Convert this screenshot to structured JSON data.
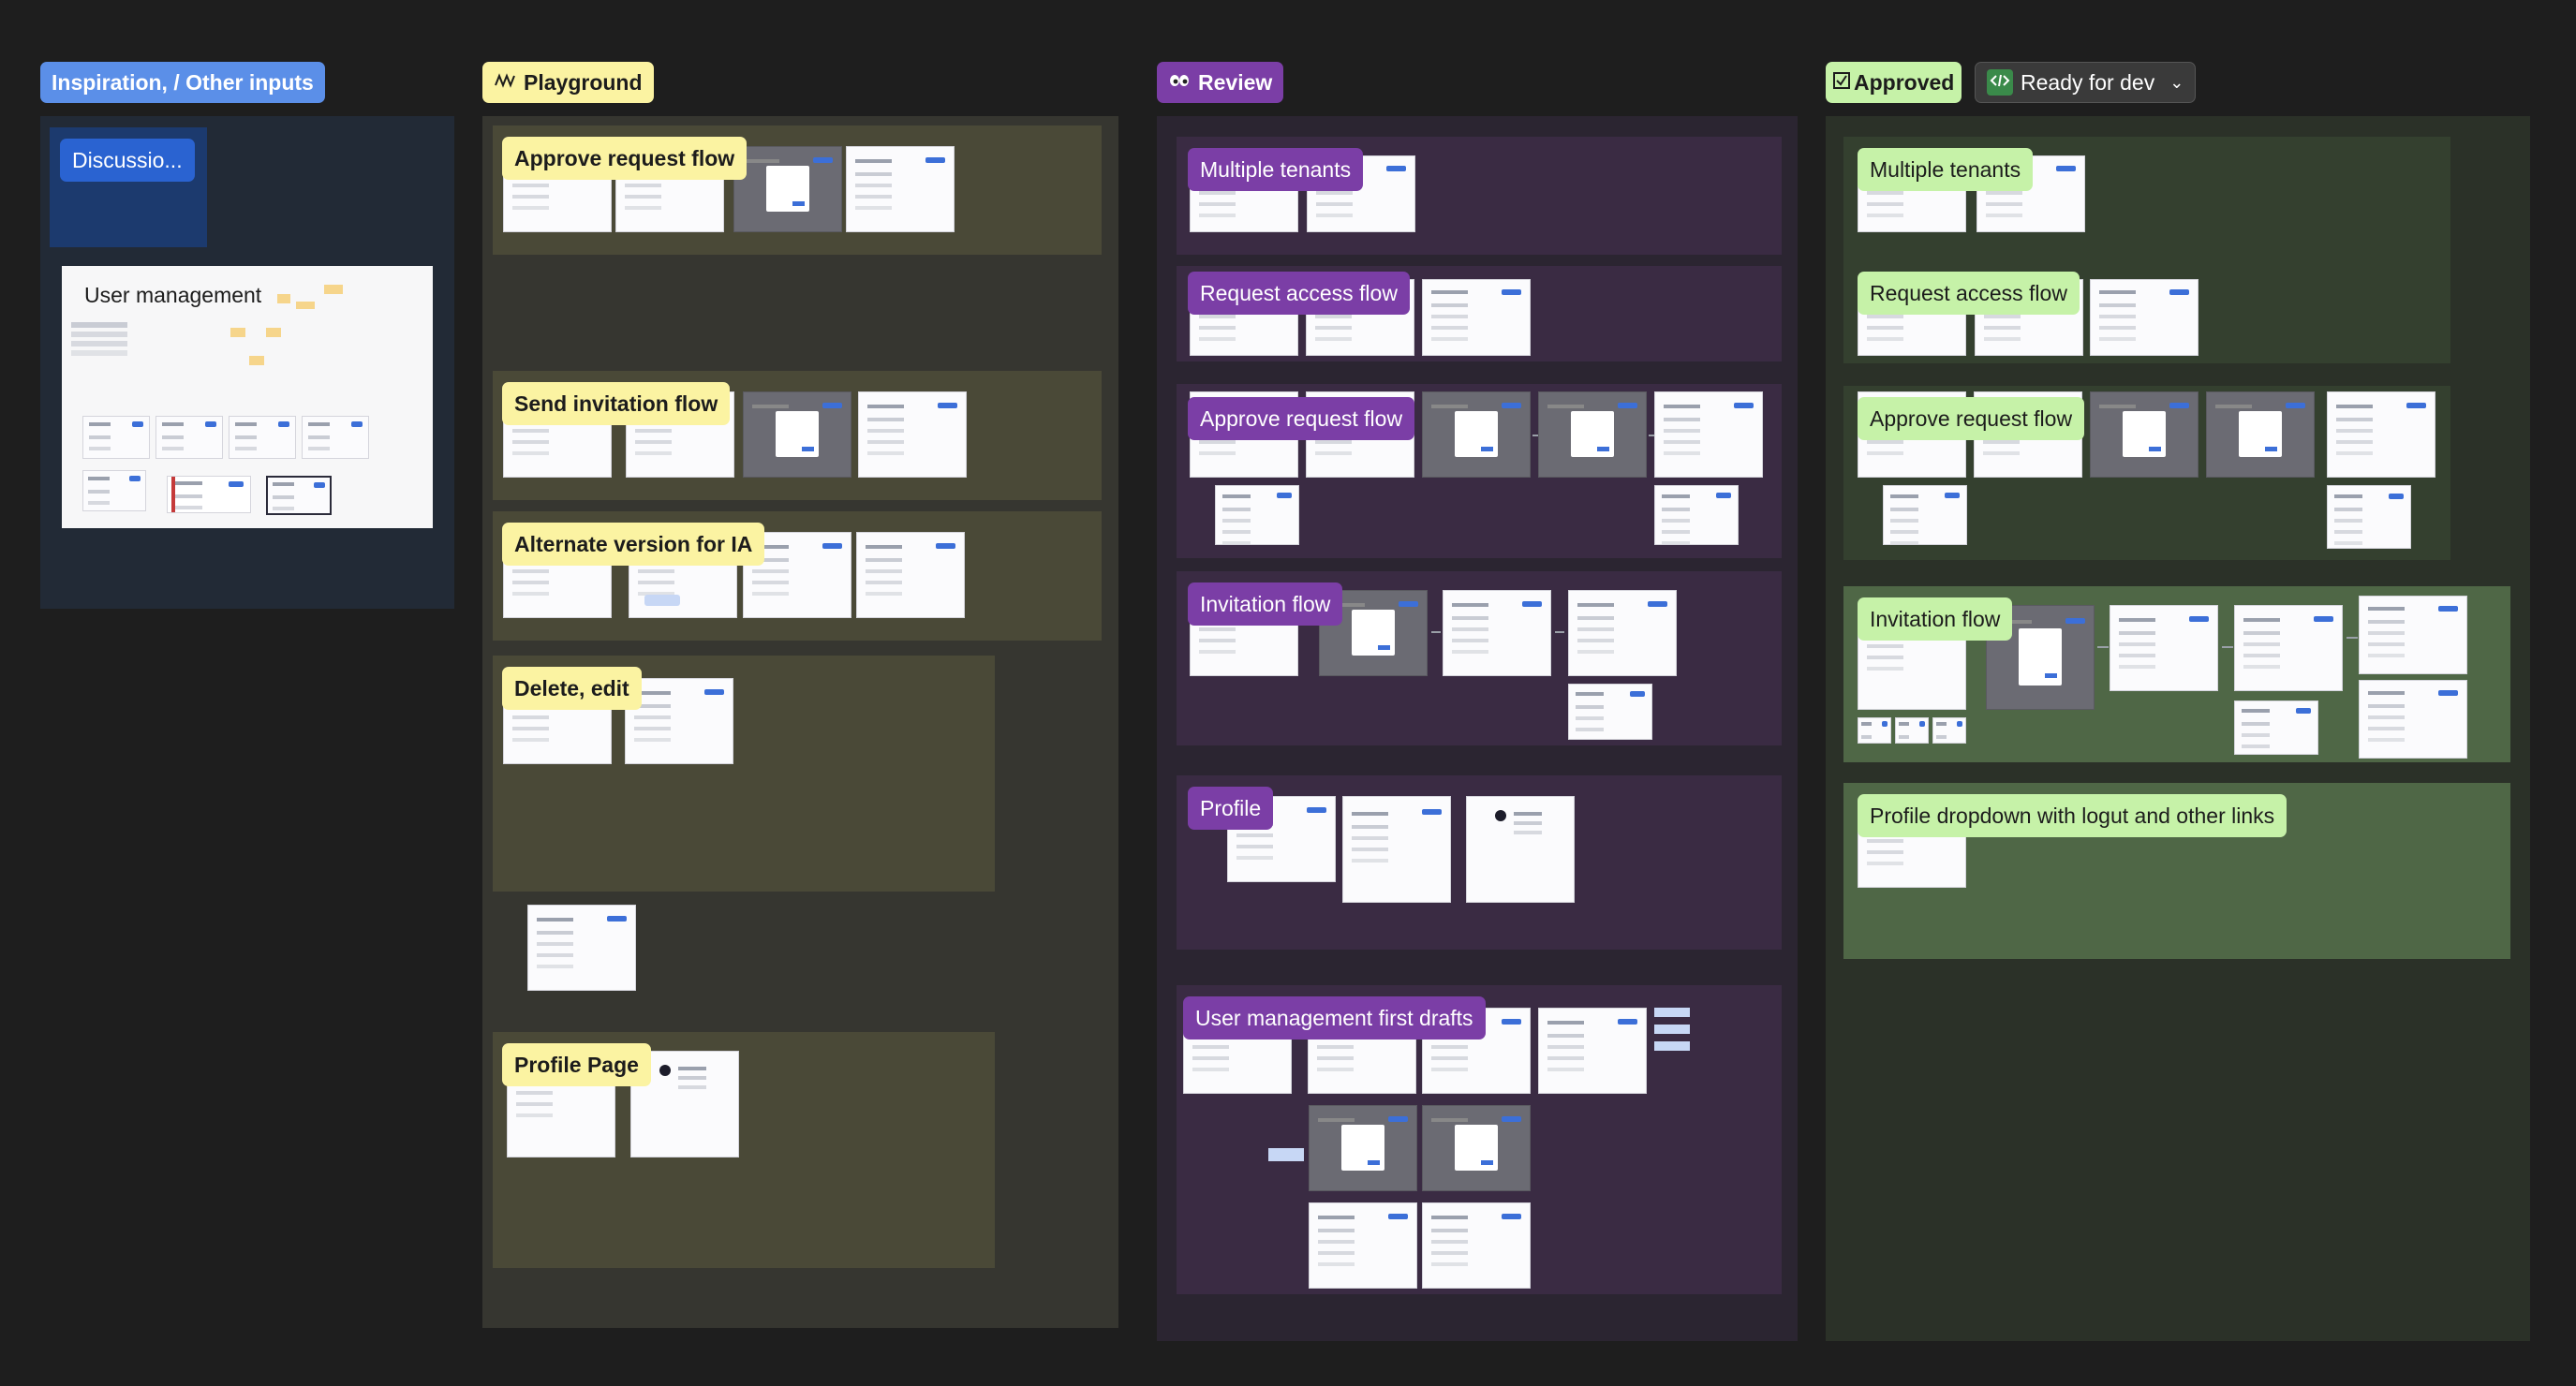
{
  "columns": {
    "inspiration": {
      "title": "Inspiration, / Other inputs",
      "discussion": "Discussio...",
      "user_mgmt": "User management"
    },
    "playground": {
      "title": "Playground",
      "icon": "pencil-scribble-icon",
      "labels": {
        "approve": "Approve request flow",
        "send": "Send invitation flow",
        "alternate": "Alternate version for IA",
        "delete": "Delete, edit",
        "profile_page": "Profile Page"
      }
    },
    "review": {
      "title": "Review",
      "icon": "eyes-icon",
      "labels": {
        "tenants": "Multiple tenants",
        "request": "Request access flow",
        "approve": "Approve request flow",
        "invitation": "Invitation flow",
        "profile": "Profile",
        "drafts": "User management first drafts"
      }
    },
    "approved": {
      "title": "Approved",
      "check_icon": "checkbox-icon",
      "ready": "Ready for dev",
      "labels": {
        "tenants": "Multiple tenants",
        "request": "Request access flow",
        "approve": "Approve request flow",
        "invitation": "Invitation flow",
        "dropdown": "Profile dropdown with logut and other links"
      }
    }
  },
  "colors": {
    "canvas": "#1e1e1e",
    "blue_tag": "#5b8fe8",
    "yellow_tag": "#fbf3a2",
    "purple_tag": "#7b3ea6",
    "green_tag": "#c6f2a8"
  }
}
